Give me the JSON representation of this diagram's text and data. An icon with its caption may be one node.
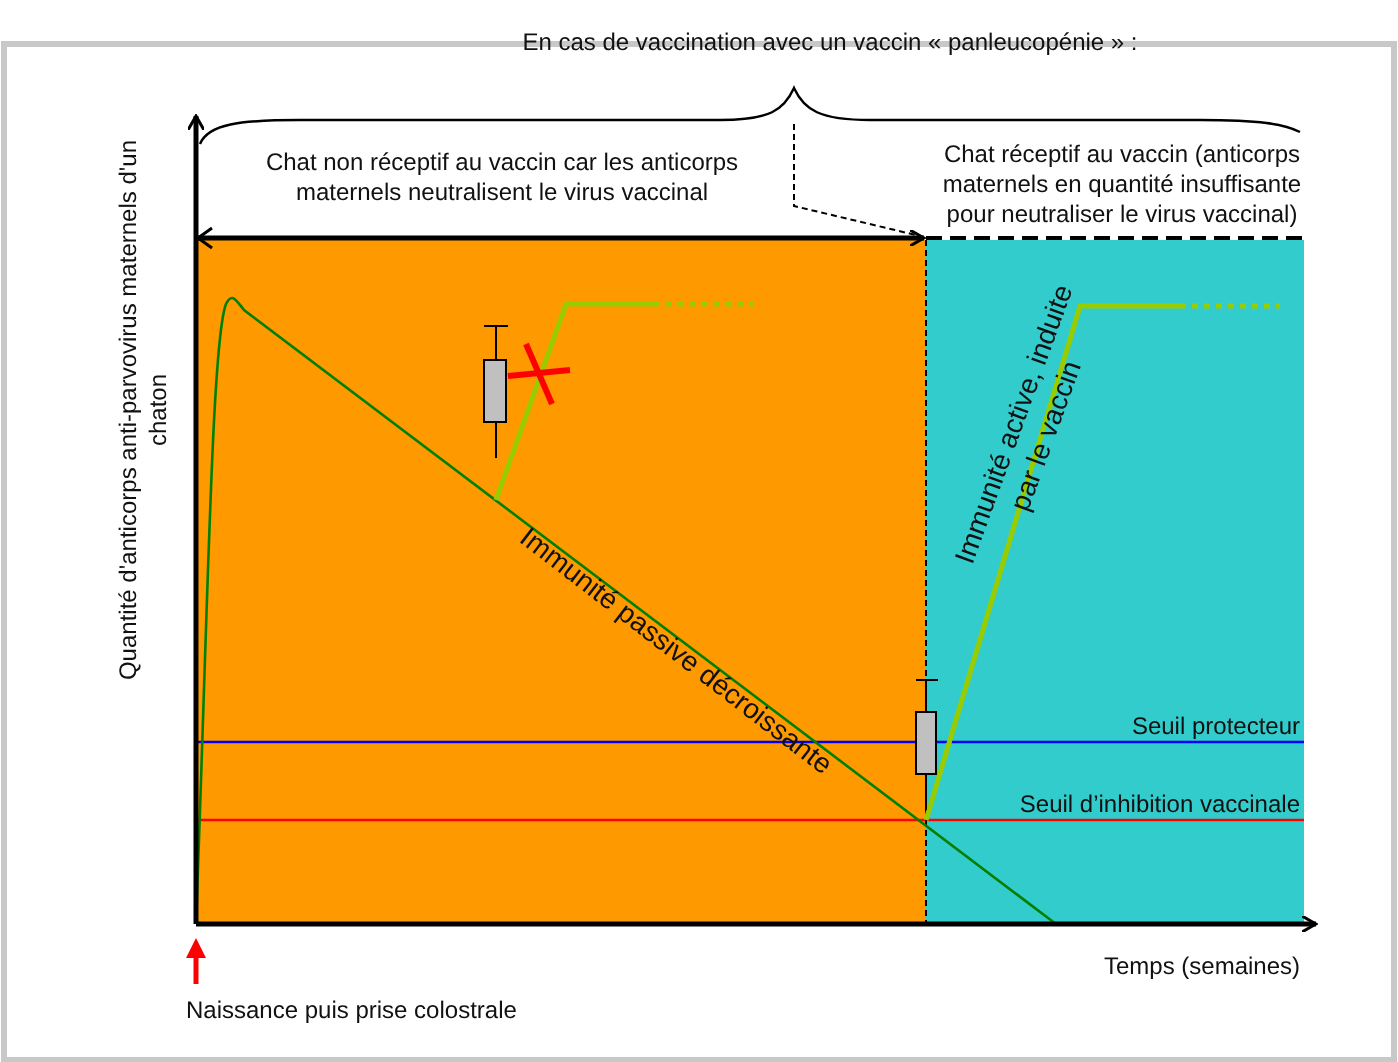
{
  "diagram": {
    "labels": [
      "En cas de vaccination avec un vaccin « panleucopénie » :",
      "Chat non réceptif au vaccin car les anticorps maternels neutralisent le virus vaccinal",
      "Chat réceptif au vaccin (anticorps maternels en quantité insuffisante pour neutraliser le virus vaccinal)",
      "Quantité d'anticorps anti-parvovirus maternels d'un chaton",
      "Immunité passive décroissante",
      "Immunité active, induite par le vaccin",
      "Seuil protecteur",
      "Seuil d’inhibition vaccinale",
      "Temps (semaines)",
      "Naissance puis prise colostrale"
    ]
  }
}
